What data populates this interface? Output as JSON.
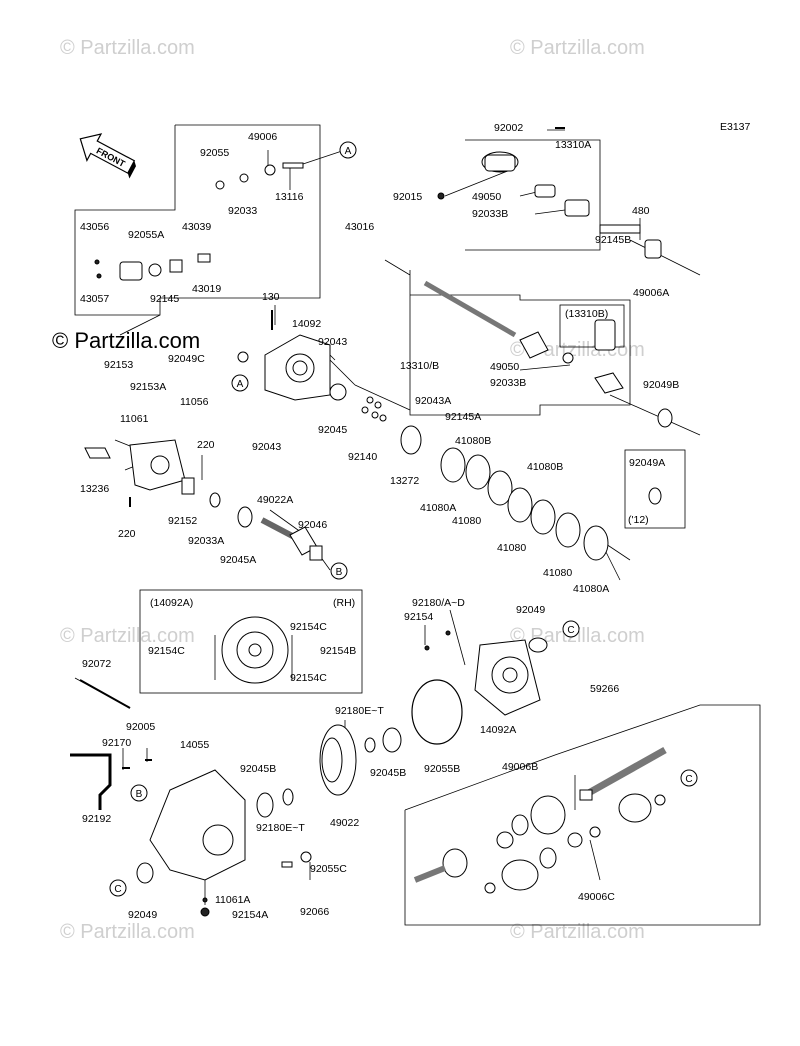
{
  "diagram_code": "E3137",
  "front_label": "FRONT",
  "watermark": "© Partzilla.com",
  "inset_labels": {
    "assembly": "(14092A)",
    "side": "(RH)",
    "sub_assembly": "(13310B)",
    "year_note": "('12)"
  },
  "part_numbers": {
    "p92002": "92002",
    "p13310A": "13310A",
    "p92015": "92015",
    "p49050a": "49050",
    "p92033Ba": "92033B",
    "p480": "480",
    "p92145B": "92145B",
    "p49006A": "49006A",
    "p49006": "49006",
    "p92055": "92055",
    "p92033": "92033",
    "p13116": "13116",
    "p43016": "43016",
    "p43056": "43056",
    "p92055A": "92055A",
    "p43039": "43039",
    "p43057": "43057",
    "p92145": "92145",
    "p43019": "43019",
    "p130": "130",
    "p14092": "14092",
    "p92153": "92153",
    "p92043a": "92043",
    "p92049C": "92049C",
    "p92153A": "92153A",
    "p11056": "11056",
    "p92043b": "92043",
    "p92045": "92045",
    "p13310B": "13310/B",
    "p49050b": "49050",
    "p92033Bb": "92033B",
    "p92049B": "92049B",
    "p11061": "11061",
    "p220a": "220",
    "p13236": "13236",
    "p220b": "220",
    "p92152": "92152",
    "p92033A": "92033A",
    "p49022A": "49022A",
    "p92046": "92046",
    "p92045A": "92045A",
    "p92043A": "92043A",
    "p92145A": "92145A",
    "p92140": "92140",
    "p13272": "13272",
    "p41080B": "41080B",
    "p41080Ba": "41080B",
    "p41080Aa": "41080A",
    "p41080a": "41080",
    "p41080b": "41080",
    "p41080c": "41080",
    "p41080Ab": "41080A",
    "p92049A": "92049A",
    "p92154Ca": "92154C",
    "p92154Cb": "92154C",
    "p92154B": "92154B",
    "p92154Cc": "92154C",
    "p92180AD": "92180/A~D",
    "p92154": "92154",
    "p92049a": "92049",
    "p14092A": "14092A",
    "p92072": "92072",
    "p92005": "92005",
    "p92170": "92170",
    "p14055": "14055",
    "p92192": "92192",
    "p92045Ba": "92045B",
    "p92180ET_a": "92180E~T",
    "p92180ET_b": "92180E~T",
    "p49022": "49022",
    "p92045Bb": "92045B",
    "p92055B": "92055B",
    "p59266": "59266",
    "p49006B": "49006B",
    "p49006C": "49006C",
    "p92055C": "92055C",
    "p11061A": "11061A",
    "p92154A": "92154A",
    "p92066": "92066",
    "p92049b": "92049"
  },
  "ref_markers": [
    "A",
    "A",
    "B",
    "B",
    "C",
    "C",
    "C"
  ]
}
